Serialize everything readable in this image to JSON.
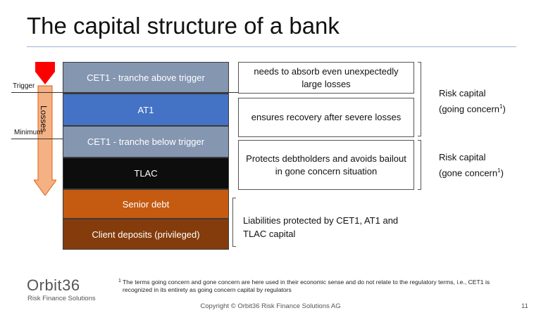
{
  "slide": {
    "title": "The capital structure of a bank",
    "page_number": "11",
    "copyright": "Copyright © Orbit36 Risk Finance Solutions AG"
  },
  "colors": {
    "cet1": "#8496b0",
    "at1": "#4472c4",
    "tlac": "#0d0d0d",
    "senior_debt": "#c55a11",
    "client_deposits": "#843c0c",
    "arrow_top": "#ff0000",
    "arrow_body": "#f4b183"
  },
  "stack": [
    {
      "label": "CET1 - tranche above trigger",
      "color": "#8496b0"
    },
    {
      "label": "AT1",
      "color": "#4472c4"
    },
    {
      "label": "CET1 - tranche below trigger",
      "color": "#8496b0"
    },
    {
      "label": "TLAC",
      "color": "#0d0d0d"
    },
    {
      "label": "Senior debt",
      "color": "#c55a11"
    },
    {
      "label": "Client deposits (privileged)",
      "color": "#843c0c"
    }
  ],
  "markers": {
    "trigger": "Trigger",
    "minimum": "Minimum",
    "losses": "Losses"
  },
  "descriptions": [
    "needs to absorb even unexpectedly large losses",
    "ensures recovery after severe losses",
    "Protects debtholders and avoids bailout in gone concern situation"
  ],
  "risk_capital": {
    "going": {
      "line1": "Risk capital",
      "line2": "(going concern",
      "sup": "1",
      "close": ")"
    },
    "gone": {
      "line1": "Risk capital",
      "line2": "(gone concern",
      "sup": "1",
      "close": ")"
    }
  },
  "liabilities_text": "Liabilities protected by CET1, AT1 and TLAC capital",
  "footnote": {
    "mark": "1",
    "text": "The terms going concern and gone concern are here used in their economic sense and do not relate to the regulatory terms, i.e., CET1 is recognized in its entirety as going concern capital by regulators"
  },
  "logo": {
    "name": "Orbit36",
    "tagline": "Risk Finance Solutions"
  }
}
